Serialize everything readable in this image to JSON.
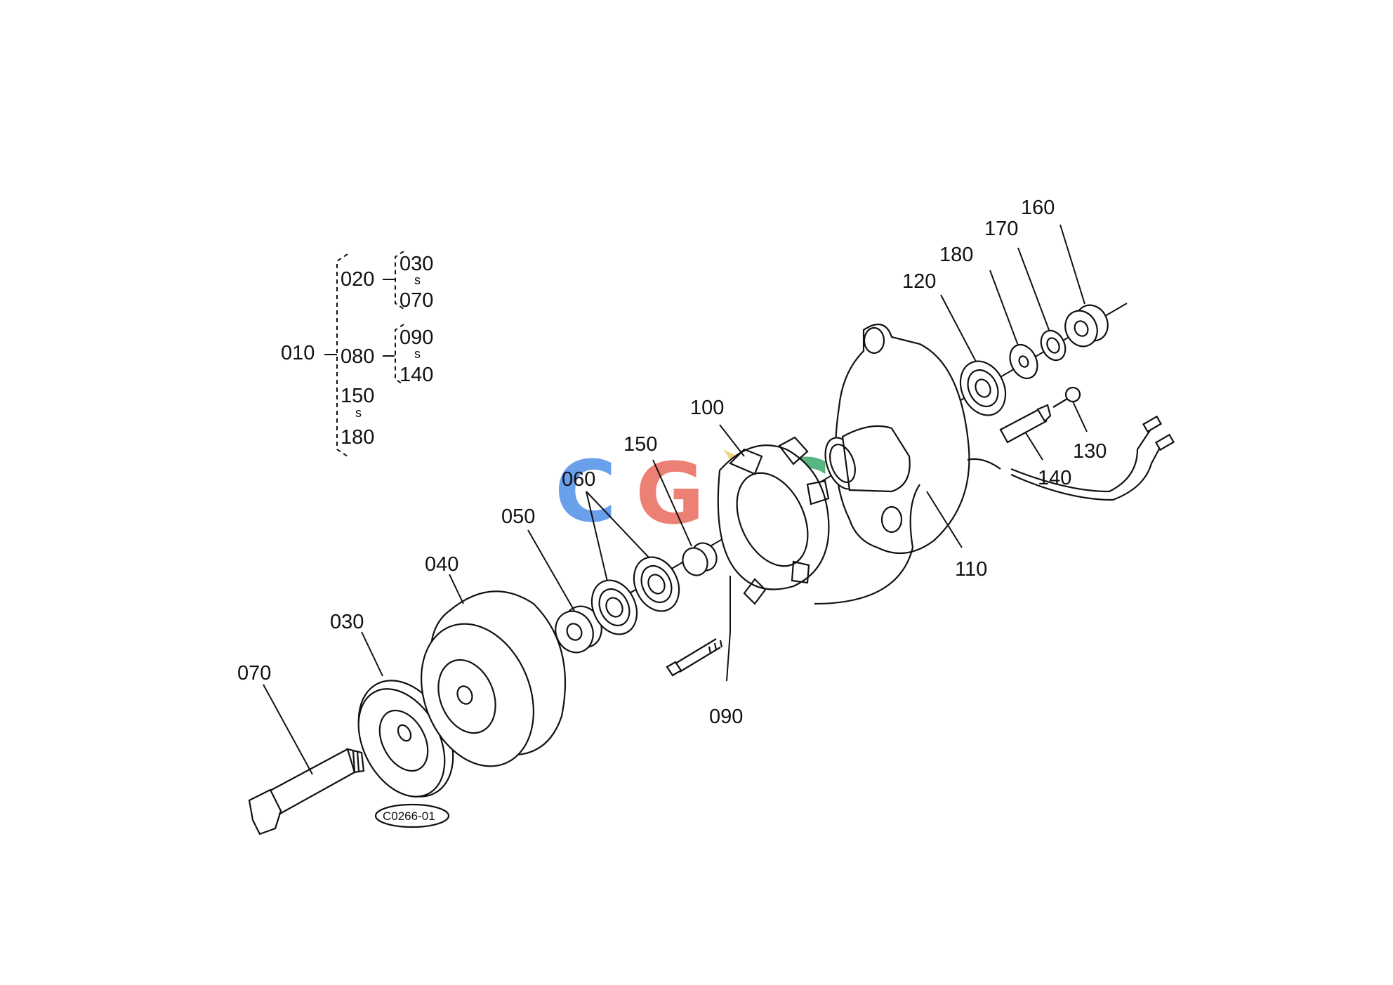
{
  "diagram": {
    "ref_code": "C0266-01",
    "watermark": {
      "letters": [
        "C",
        "G",
        "C"
      ],
      "colors": [
        "#4f8fe8",
        "#ea6a5e",
        "#3ca86c"
      ],
      "accent": "#e8b837"
    },
    "tree": {
      "root": "010",
      "groups": [
        {
          "id": "020",
          "range_from": "030",
          "range_to": "070"
        },
        {
          "id": "080",
          "range_from": "090",
          "range_to": "140"
        },
        {
          "id": "",
          "range_from": "150",
          "range_to": "180"
        }
      ],
      "range_mark": "s"
    },
    "callouts": {
      "070": "070",
      "030": "030",
      "040": "040",
      "050": "050",
      "060": "060",
      "150": "150",
      "100": "100",
      "090": "090",
      "110": "110",
      "120": "120",
      "180": "180",
      "170": "170",
      "160": "160",
      "130": "130",
      "140": "140"
    }
  }
}
